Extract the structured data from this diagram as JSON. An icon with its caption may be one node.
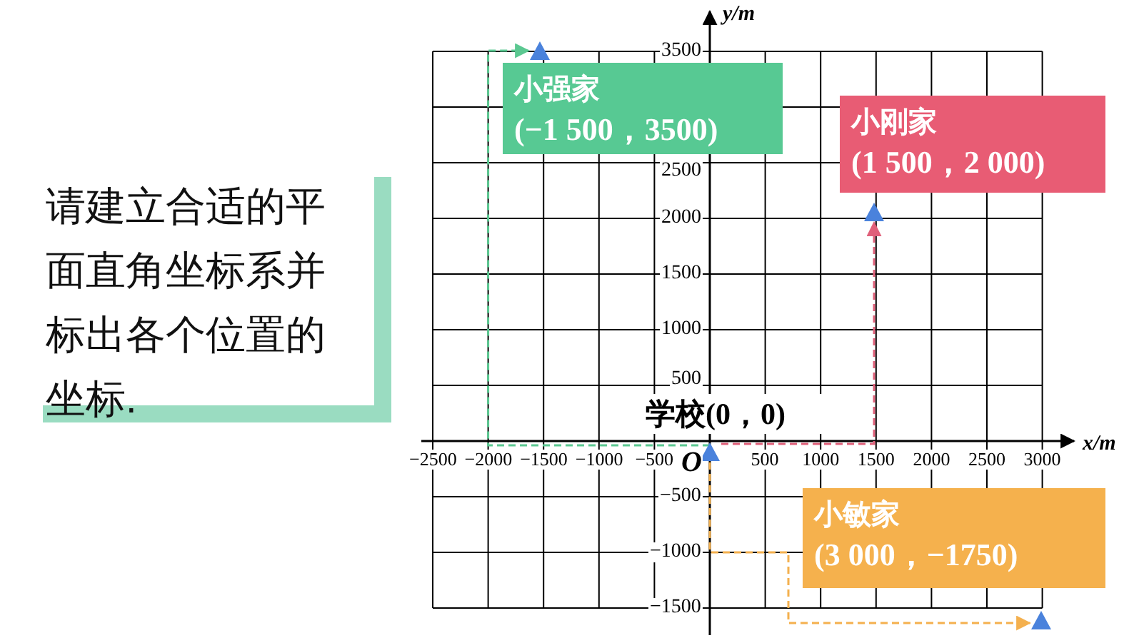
{
  "diagram": {
    "nodes": [
      {
        "text": [
          "请建立合适的平面直角坐标系并标出各个位置的坐标."
        ]
      },
      {
        "text": [
          "小强家",
          "(−1 500，3500)"
        ]
      },
      {
        "text": [
          "小刚家",
          "(1 500，2 000)"
        ]
      },
      {
        "text": [
          "学校(0，0)"
        ]
      },
      {
        "text": [
          "小敏家",
          "(3 000，−1750)"
        ]
      },
      {
        "text": [],
        "shape": "triangle"
      },
      {
        "text": [],
        "shape": "triangle"
      },
      {
        "text": [],
        "shape": "triangle"
      },
      {
        "text": [],
        "shape": "triangle"
      }
    ],
    "edges": [
      {
        "from": 5,
        "to": 6,
        "arrow": "to",
        "style": "dashed",
        "color": "#5bc891"
      },
      {
        "from": 5,
        "to": 7,
        "arrow": "to",
        "style": "dashed",
        "color": "#e0607a"
      },
      {
        "from": 5,
        "to": 8,
        "arrow": "to",
        "style": "dashed",
        "color": "#f4b04e"
      }
    ],
    "labels": [
      "y/m",
      "3500",
      "2500",
      "2000",
      "1500",
      "1000",
      "500",
      "x/m",
      "−2500",
      "−2000",
      "−1500",
      "−1000",
      "−500",
      "O",
      "500",
      "1000",
      "1500",
      "2000",
      "2500",
      "3000",
      "−500",
      "−1000",
      "−1500"
    ]
  }
}
